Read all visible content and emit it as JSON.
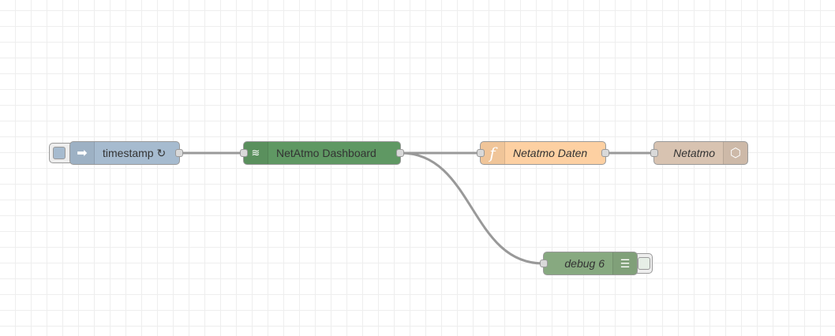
{
  "nodes": {
    "inject": {
      "label": "timestamp ↻",
      "color": "#a6bbcf",
      "icon": "arrow-right-icon"
    },
    "dashboard": {
      "label": "NetAtmo Dashboard",
      "color": "#5f9863",
      "icon": "wifi-icon"
    },
    "function": {
      "label": "Netatmo Daten",
      "color": "#fdd0a2",
      "icon": "function-icon"
    },
    "netatmo": {
      "label": "Netatmo",
      "color": "#d8c3b1",
      "icon": "polyhedron-icon"
    },
    "debug": {
      "label": "debug 6",
      "color": "#87a980",
      "icon": "list-icon"
    }
  },
  "wire_color": "#999999"
}
